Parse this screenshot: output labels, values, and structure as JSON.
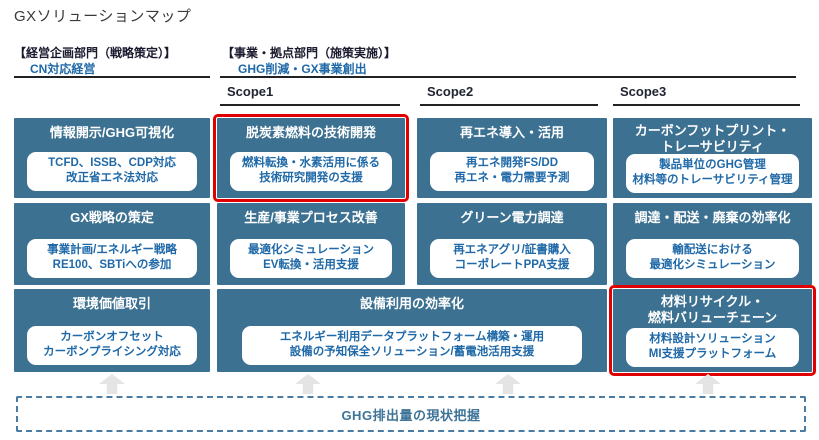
{
  "page_title": "GXソリューションマップ",
  "departments": [
    {
      "name": "【経営企画部門（戦略策定）】",
      "subtitle": "CN対応経営"
    },
    {
      "name": "【事業・拠点部門（施策実施）】",
      "subtitle": "GHG削減・GX事業創出"
    }
  ],
  "scopes": [
    {
      "label": "Scope1"
    },
    {
      "label": "Scope2"
    },
    {
      "label": "Scope3"
    }
  ],
  "boxes": [
    {
      "title": "情報開示/GHG可視化",
      "body": "TCFD、ISSB、CDP対応\n改正省エネ法対応",
      "highlighted": false
    },
    {
      "title": "脱炭素燃料の技術開発",
      "body": "燃料転換・水素活用に係る\n技術研究開発の支援",
      "highlighted": true
    },
    {
      "title": "再エネ導入・活用",
      "body": "再エネ開発FS/DD\n再エネ・電力需要予測",
      "highlighted": false
    },
    {
      "title": "カーボンフットプリント・\nトレーサビリティ",
      "body": "製品単位のGHG管理\n材料等のトレーサビリティ管理",
      "highlighted": false
    },
    {
      "title": "GX戦略の策定",
      "body": "事業計画/エネルギー戦略\nRE100、SBTiへの参加",
      "highlighted": false
    },
    {
      "title": "生産/事業プロセス改善",
      "body": "最適化シミュレーション\nEV転換・活用支援",
      "highlighted": false
    },
    {
      "title": "グリーン電力調達",
      "body": "再エネアグリ/証書購入\nコーポレートPPA支援",
      "highlighted": false
    },
    {
      "title": "調達・配送・廃棄の効率化",
      "body": "輸配送における\n最適化シミュレーション",
      "highlighted": false
    },
    {
      "title": "環境価値取引",
      "body": "カーボンオフセット\nカーボンプライシング対応",
      "highlighted": false
    },
    {
      "title": "設備利用の効率化",
      "body": "エネルギー利用データプラットフォーム構築・運用\n設備の予知保全ソリューション/蓄電池活用支援",
      "highlighted": false
    },
    {
      "title": "材料リサイクル・\n燃料バリューチェーン",
      "body": "材料設計ソリューション\nMI支援プラットフォーム",
      "highlighted": true
    }
  ],
  "baseline": {
    "label": "GHG排出量の現状把握"
  },
  "colors": {
    "box_fill": "#3d7191",
    "highlight_border": "#e00000",
    "accent_text": "#1f69a8",
    "baseline_border": "#4a7ca3"
  }
}
